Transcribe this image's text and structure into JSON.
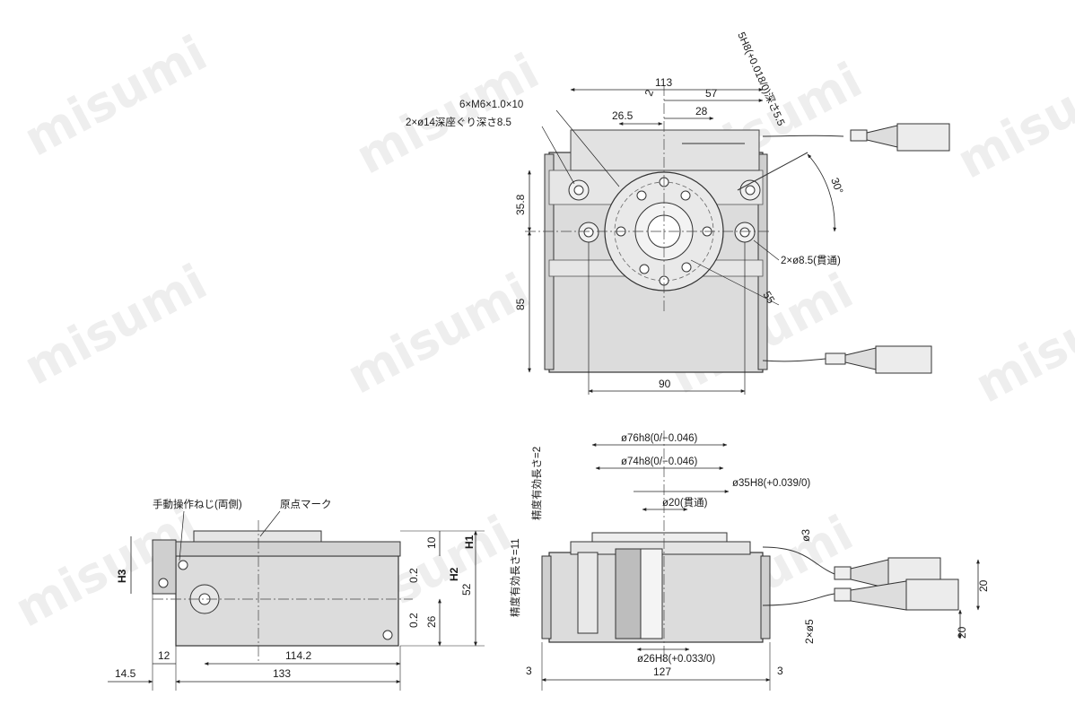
{
  "watermark": "misumi",
  "top_view": {
    "dims": {
      "d113": "113",
      "d57": "57",
      "d28": "28",
      "d26_5": "26.5",
      "d2": "2",
      "d35_8": "35.8",
      "d85": "85",
      "d90": "90",
      "d55": "55",
      "angle30": "30°"
    },
    "notes": {
      "tapped_holes": "6×M6×1.0×10",
      "counterbore": "2×ø14深座ぐり深さ8.5",
      "through_holes": "2×ø8.5(貫通)",
      "keyway": "5H8(+0.018/0)深さ5.5"
    }
  },
  "side_view": {
    "dims": {
      "d114_2": "114.2",
      "d133": "133",
      "d14_5": "14.5",
      "d12": "12",
      "d52": "52",
      "d26": "26",
      "d0_2a": "0.2",
      "d0_2b": "0.2",
      "d10": "10",
      "H1": "H1",
      "H2": "H2",
      "H3": "H3"
    },
    "notes": {
      "manual_screw": "手動操作ねじ(両側)",
      "origin_mark": "原点マーク"
    }
  },
  "front_view": {
    "dims": {
      "d127": "127",
      "d3a": "3",
      "d3b": "3",
      "d20a": "20",
      "d20b": "20",
      "phi3": "ø3",
      "phi5": "2×ø5"
    },
    "notes": {
      "od76": "ø76h8(0/−0.046)",
      "od74": "ø74h8(0/−0.046)",
      "bore35": "ø35H8(+0.039/0)",
      "bore20": "ø20(貫通)",
      "bore26": "ø26H8(+0.033/0)",
      "eff_len2": "精度有効長さ=2",
      "eff_len11": "精度有効長さ=11"
    }
  }
}
